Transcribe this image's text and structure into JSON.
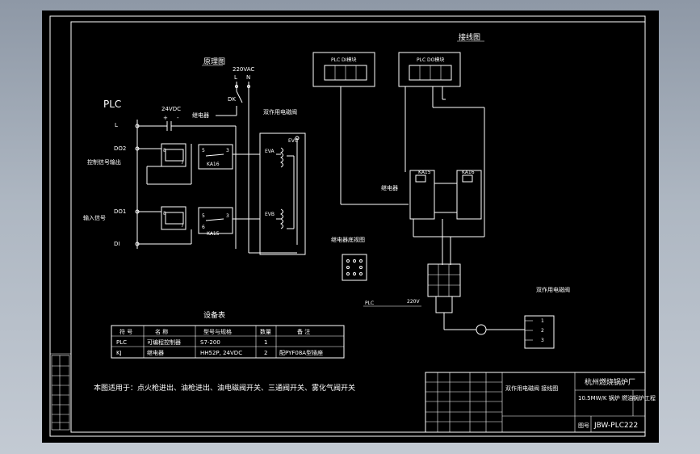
{
  "labels": {
    "schematic_title": "原理图",
    "wiring_title": "接线图",
    "plc": "PLC",
    "voltage_ac": "220VAC",
    "L": "L",
    "N": "N",
    "dk": "DK",
    "voltage_dc": "24VDC",
    "plus": "+",
    "minus": "-",
    "relay_top": "继电器",
    "dual_valve_top": "双作用电磁阀",
    "control_signal": "控制信号输出",
    "input_signal": "输入信号",
    "pin_l": "L",
    "pin_do2": "DO2",
    "pin_do1": "DO1",
    "pin_di": "DI",
    "plc_di_module": "PLC DI模块",
    "plc_do_module": "PLC DO模块",
    "relay_wiring": "继电器",
    "relay_base": "继电器底视图",
    "dual_valve_bottom": "双作用电磁阀",
    "ka16": "KA16",
    "ka15": "KA15",
    "eva": "EVA",
    "evb": "EVB",
    "plc_small": "PLC",
    "v220_small": "220V",
    "note": "本图适用于：点火枪进出、油枪进出、油电磁阀开关、三通阀开关、雾化气阀开关"
  },
  "equipment_table": {
    "title": "设备表",
    "headers": [
      "符 号",
      "名 称",
      "型号与规格",
      "数量",
      "备 注"
    ],
    "rows": [
      [
        "PLC",
        "可编程控制器",
        "S7-200",
        "1",
        ""
      ],
      [
        "KJ",
        "继电器",
        "HH52P, 24VDC",
        "2",
        "配PYF08A型插座"
      ]
    ]
  },
  "title_block": {
    "company": "杭州燃烧锅炉厂",
    "drawing_name": "双作用电磁阀 接线图",
    "project": "10.5MW/K 锅炉 燃油锅炉工程",
    "drawing_no_label": "图号",
    "drawing_no": "JBW-PLC222"
  },
  "colors": {
    "background": "#000000",
    "lines": "#ffffff",
    "frame_outer": "#aeb7c2"
  }
}
